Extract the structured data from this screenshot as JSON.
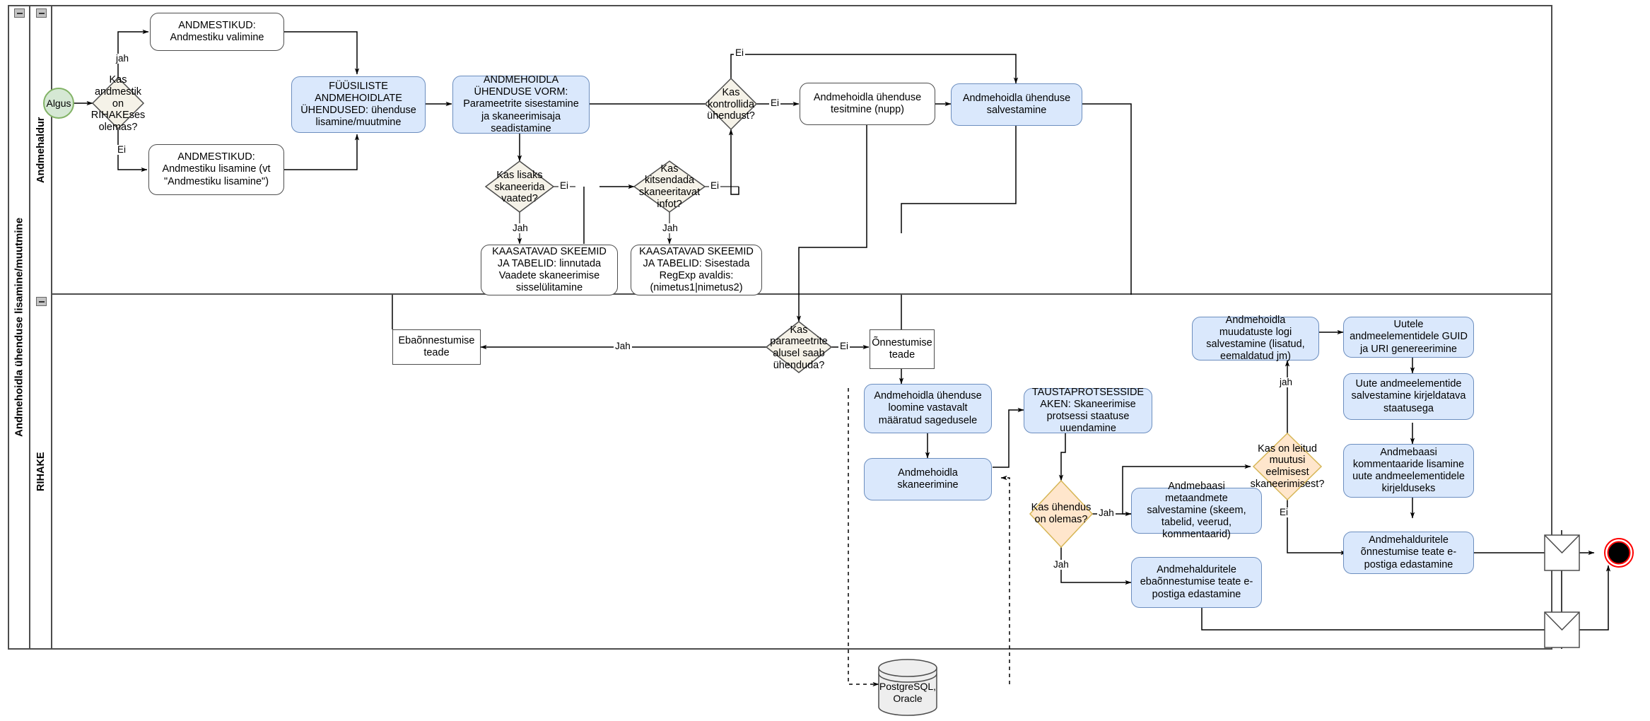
{
  "pool": {
    "title": "Andmehoidla ühenduse lisamine/muutmine",
    "lanes": [
      {
        "id": "lane-andmehaldur",
        "label": "Andmehaldur"
      },
      {
        "id": "lane-rihake",
        "label": "RIHAKE"
      }
    ],
    "collapse_icon": "minus-icon"
  },
  "colors": {
    "task_blue_fill": "#dae8fc",
    "task_blue_stroke": "#6c8ebf",
    "gateway_fill": "#f5f2e8",
    "gateway_orange_fill": "#ffe6cc",
    "gateway_orange_stroke": "#d6b656",
    "start_fill": "#d5e8d4",
    "start_stroke": "#82b366",
    "end_fill": "#000000",
    "end_stroke": "#ff0000",
    "default_stroke": "#4d4d4d",
    "db_fill": "#eeeeee"
  },
  "events": {
    "start": {
      "label": "Algus",
      "name": "start-event"
    },
    "end": {
      "label": "",
      "name": "end-event"
    },
    "messages": [
      {
        "name": "message-event-success"
      },
      {
        "name": "message-event-failure"
      }
    ]
  },
  "nodes": [
    {
      "id": "n-andmestiku-valimine",
      "label": "ANDMESTIKUD: Andmestiku valimine",
      "type": "task"
    },
    {
      "id": "n-andmestiku-lisamine",
      "label": "ANDMESTIKUD: Andmestiku lisamine (vt \"Andmestiku lisamine\")",
      "type": "task"
    },
    {
      "id": "n-fuusiliste-uhendused",
      "label": "FÜÜSILISTE ANDMEHOIDLATE ÜHENDUSED: ühenduse lisamine/muutmine",
      "type": "task-blue"
    },
    {
      "id": "n-uhenduse-vorm",
      "label": "ANDMEHOIDLA ÜHENDUSE VORM: Parameetrite sisestamine ja skaneerimisaja seadistamine",
      "type": "task-blue"
    },
    {
      "id": "n-kaasatavad-vaated",
      "label": "KAASATAVAD SKEEMID JA TABELID: linnutada Vaadete skaneerimise sisselülitamine",
      "type": "task"
    },
    {
      "id": "n-kaasatavad-regexp",
      "label": "KAASATAVAD SKEEMID JA TABELID: Sisestada RegExp avaldis: (nimetus1|nimetus2)",
      "type": "task"
    },
    {
      "id": "n-uhenduse-testimine",
      "label": "Andmehoidla ühenduse tesitmine (nupp)",
      "type": "task"
    },
    {
      "id": "n-uhenduse-salvestamine",
      "label": "Andmehoidla ühenduse salvestamine",
      "type": "task-blue"
    },
    {
      "id": "n-ebaonnestumise-teade",
      "label": "Ebaõnnestumise teade",
      "type": "plain"
    },
    {
      "id": "n-onnestumise-teade",
      "label": "Õnnestumise teade",
      "type": "plain"
    },
    {
      "id": "n-uhenduse-loomine",
      "label": "Andmehoidla ühenduse loomine vastavalt määratud sagedusele",
      "type": "task-blue"
    },
    {
      "id": "n-skaneerimine",
      "label": "Andmehoidla skaneerimine",
      "type": "task-blue"
    },
    {
      "id": "n-taustaprotsesside-aken",
      "label": "TAUSTAPROTSESSIDE AKEN: Skaneerimise protsessi staatuse uuendamine",
      "type": "task-blue"
    },
    {
      "id": "n-metaandmete-salvestamine",
      "label": "Andmebaasi metaandmete salvestamine (skeem, tabelid, veerud, kommentaarid)",
      "type": "task-blue"
    },
    {
      "id": "n-ebaonnestumise-epost",
      "label": "Andmehalduritele ebaõnnestumise teate e-postiga edastamine",
      "type": "task-blue"
    },
    {
      "id": "n-muudatuste-logi",
      "label": "Andmehoidla muudatuste logi salvestamine (lisatud, eemaldatud jm)",
      "type": "task-blue"
    },
    {
      "id": "n-guid-uri",
      "label": "Uutele andmeelementidele GUID ja URI genereerimine",
      "type": "task-blue"
    },
    {
      "id": "n-uute-salvestamine",
      "label": "Uute andmeelementide salvestamine kirjeldatava staatusega",
      "type": "task-blue"
    },
    {
      "id": "n-kommentaarid",
      "label": "Andmebaasi kommentaaride lisamine uute andmeelementidele kirjelduseks",
      "type": "task-blue"
    },
    {
      "id": "n-onnestumise-epost",
      "label": "Andmehalduritele õnnestumise teate e-postiga edastamine",
      "type": "task-blue"
    }
  ],
  "gateways": [
    {
      "id": "g-rihakeses",
      "label": "Kas andmestik on RIHAKEses olemas?",
      "style": "default"
    },
    {
      "id": "g-vaated",
      "label": "Kas lisaks skaneerida vaated?",
      "style": "default"
    },
    {
      "id": "g-kitsendada",
      "label": "Kas kitsendada skaneeritavat infot?",
      "style": "default"
    },
    {
      "id": "g-kontrollida",
      "label": "Kas kontrollida ühendust?",
      "style": "default"
    },
    {
      "id": "g-parameetrite",
      "label": "Kas parameetrite alusel saab ühenduda?",
      "style": "default"
    },
    {
      "id": "g-uhendus-olemas",
      "label": "Kas ühendus on olemas?",
      "style": "orange"
    },
    {
      "id": "g-muutusi",
      "label": "Kas on leitud muutusi eelmisest skaneerimisest?",
      "style": "orange"
    }
  ],
  "datastore": {
    "id": "ds-postgresql",
    "label": "PostgreSQL, Oracle"
  },
  "edge_labels": [
    {
      "id": "el-1",
      "text": "jah"
    },
    {
      "id": "el-2",
      "text": "Ei"
    },
    {
      "id": "el-3",
      "text": "Ei"
    },
    {
      "id": "el-4",
      "text": "Jah"
    },
    {
      "id": "el-5",
      "text": "Ei"
    },
    {
      "id": "el-6",
      "text": "Jah"
    },
    {
      "id": "el-7",
      "text": "Ei"
    },
    {
      "id": "el-8",
      "text": "Ei"
    },
    {
      "id": "el-9",
      "text": "Jah"
    },
    {
      "id": "el-10",
      "text": "Ei"
    },
    {
      "id": "el-11",
      "text": "Jah"
    },
    {
      "id": "el-12",
      "text": "Jah"
    },
    {
      "id": "el-13",
      "text": "Ei"
    },
    {
      "id": "el-14",
      "text": "jah"
    },
    {
      "id": "el-15",
      "text": "Ei"
    }
  ]
}
